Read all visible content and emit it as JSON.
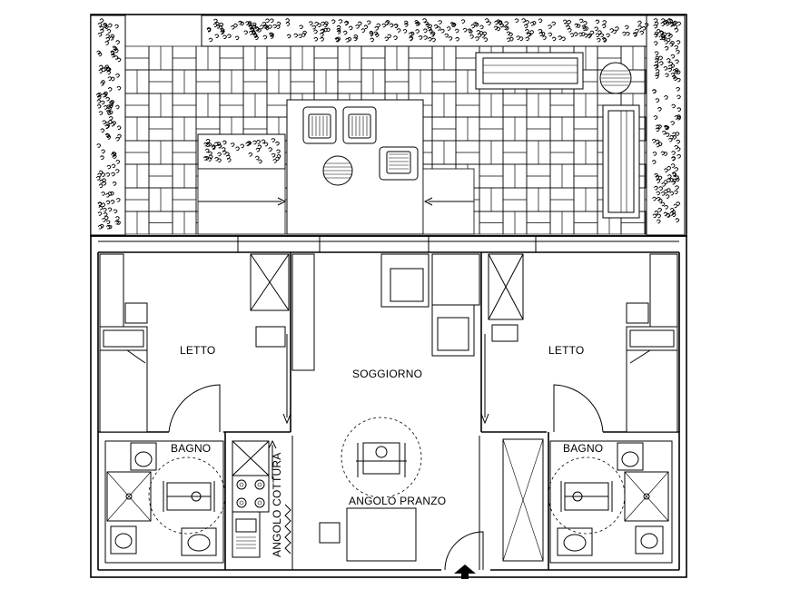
{
  "rooms": {
    "letto_left": "LETTO",
    "letto_right": "LETTO",
    "soggiorno": "SOGGIORNO",
    "bagno_left": "BAGNO",
    "bagno_right": "BAGNO",
    "angolo_pranzo": "ANGOLO PRANZO",
    "angolo_cottura": "ANGOLO COTTURA"
  },
  "icons": {
    "entrance": "entrance-arrow-icon",
    "wheelchair": "wheelchair-turning-circle-icon"
  },
  "colors": {
    "line": "#000000",
    "background": "#ffffff"
  }
}
